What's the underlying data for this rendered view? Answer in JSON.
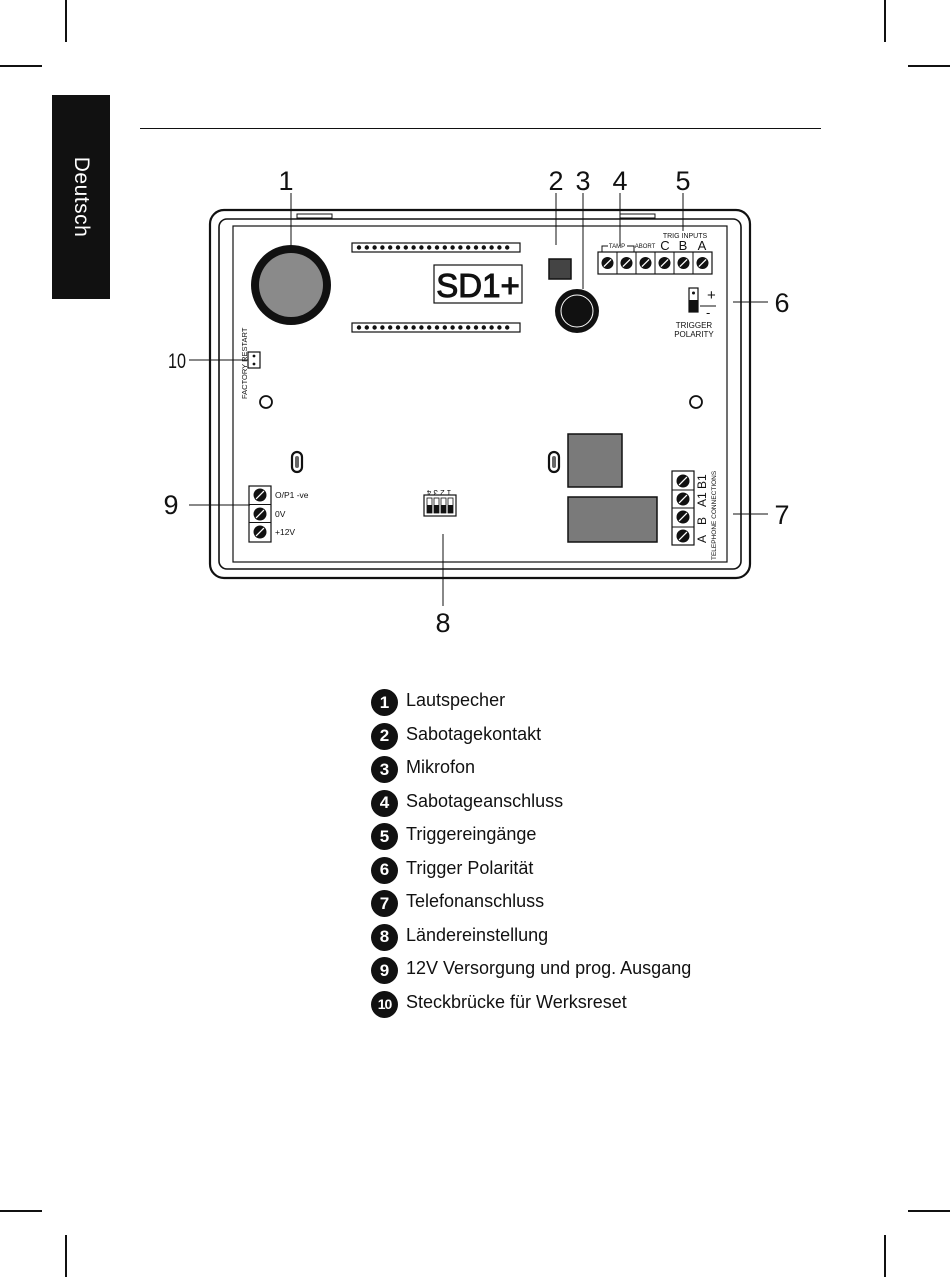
{
  "side_tab": {
    "label": "Deutsch"
  },
  "diagram": {
    "callouts": [
      "1",
      "2",
      "3",
      "4",
      "5",
      "6",
      "7",
      "8",
      "9",
      "10"
    ],
    "board_labels": {
      "display": "SD1+",
      "trig_inputs": "TRIG INPUTS",
      "tamp": "TAMP",
      "abort": "ABORT",
      "terminal_c": "C",
      "terminal_b": "B",
      "terminal_a": "A",
      "trigger": "TRIGGER",
      "polarity": "POLARITY",
      "plus": "+",
      "minus": "-",
      "factory_restart": "FACTORY RESTART",
      "op1": "O/P1 -ve",
      "zero_v": "0V",
      "plus12v": "+12V",
      "dip_numbers": "1 2 3 4",
      "tel_a": "A",
      "tel_b": "B",
      "tel_a1": "A1",
      "tel_b1": "B1",
      "telephone_connections": "TELEPHONE CONNECTIONS"
    }
  },
  "legend": [
    {
      "num": "1",
      "text": "Lautspecher"
    },
    {
      "num": "2",
      "text": "Sabotagekontakt"
    },
    {
      "num": "3",
      "text": "Mikrofon"
    },
    {
      "num": "4",
      "text": "Sabotageanschluss"
    },
    {
      "num": "5",
      "text": "Triggereingänge"
    },
    {
      "num": "6",
      "text": "Trigger Polarität"
    },
    {
      "num": "7",
      "text": "Telefonanschluss"
    },
    {
      "num": "8",
      "text": "Ländereinstellung"
    },
    {
      "num": "9",
      "text": "12V Versorgung und prog. Ausgang"
    },
    {
      "num": "10",
      "text": "Steckbrücke  für  Werksreset"
    }
  ]
}
